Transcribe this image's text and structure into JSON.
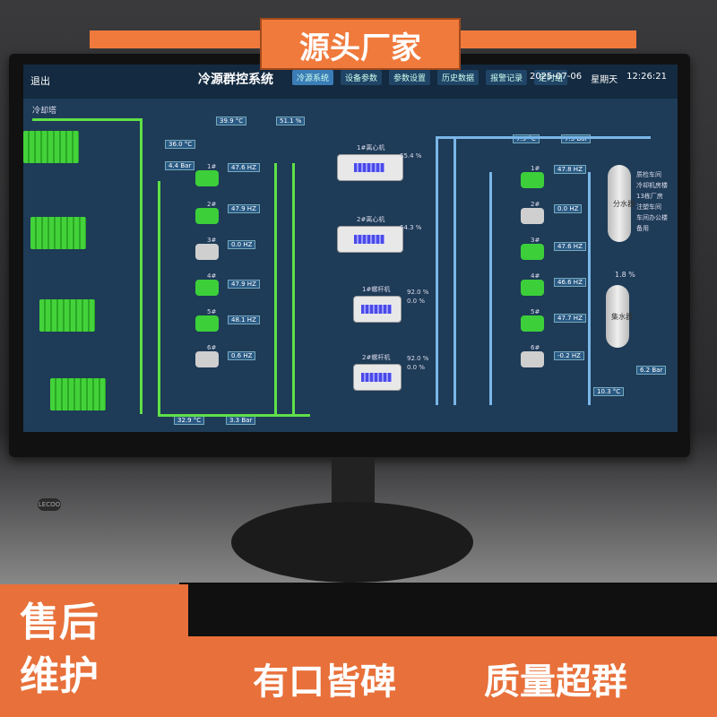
{
  "banner": {
    "title": "源头厂家"
  },
  "monitor": {
    "brand": "LECOO",
    "screen": {
      "exit_label": "退出",
      "title": "冷源群控系统",
      "tabs": [
        "冷源系统",
        "设备参数",
        "参数设置",
        "历史数据",
        "报警记录",
        "定时组"
      ],
      "date": "2025-07-06",
      "weekday": "星期天",
      "time": "12:26:21",
      "cooling_tower_label": "冷却塔",
      "outdoor_temp": "39.9 °C",
      "outdoor_humidity": "51.1 %",
      "cw_supply_temp": "36.0 °C",
      "cw_supply_pressure": "4.4 Bar",
      "cw_return_temp": "32.9 °C",
      "cw_return_pressure": "3.3 Bar",
      "chw_supply_temp": "7.5 °C",
      "chw_supply_pressure": "7.5 Bar",
      "chw_return_pressure": "6.2 Bar",
      "chw_return_temp": "10.3 °C",
      "bypass_open": "1.8 %",
      "cooling_pumps": [
        {
          "label": "1#",
          "hz": "47.6 HZ"
        },
        {
          "label": "2#",
          "hz": "47.9 HZ"
        },
        {
          "label": "3#",
          "hz": "0.0 HZ"
        },
        {
          "label": "4#",
          "hz": "47.9 HZ"
        },
        {
          "label": "5#",
          "hz": "48.1 HZ"
        },
        {
          "label": "6#",
          "hz": "0.6 HZ"
        }
      ],
      "chillers": [
        {
          "label": "1#离心机",
          "load": "65.4 %"
        },
        {
          "label": "2#离心机",
          "load": "64.3 %"
        },
        {
          "label": "1#螺杆机",
          "load": "92.0 %",
          "load2": "0.0 %"
        },
        {
          "label": "2#螺杆机",
          "load": "92.0 %",
          "load2": "0.0 %"
        }
      ],
      "chw_pumps": [
        {
          "label": "1#",
          "hz": "47.8 HZ"
        },
        {
          "label": "2#",
          "hz": "0.0 HZ"
        },
        {
          "label": "3#",
          "hz": "47.6 HZ"
        },
        {
          "label": "4#",
          "hz": "46.6 HZ"
        },
        {
          "label": "5#",
          "hz": "47.7 HZ"
        },
        {
          "label": "6#",
          "hz": "-0.2 HZ"
        }
      ],
      "tank1_label": "分水器",
      "tank2_label": "集水器",
      "branches": [
        "质检车间",
        "冷却机房楼",
        "13栋厂房",
        "注塑车间",
        "车间办公楼",
        "备用"
      ]
    }
  },
  "badge": {
    "line1": "售后",
    "line2": "维护"
  },
  "slogans": {
    "left": "有口皆碑",
    "right": "质量超群"
  }
}
